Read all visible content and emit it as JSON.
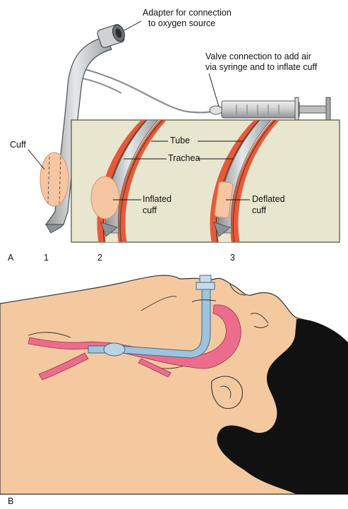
{
  "panel_a": {
    "letter": "A",
    "labels": {
      "adapter_line1": "Adapter for connection",
      "adapter_line2": "to oxygen source",
      "valve_line1": "Valve connection to add air",
      "valve_line2": "via syringe and to inflate cuff",
      "cuff": "Cuff",
      "tube": "Tube",
      "trachea": "Trachea",
      "inflated_line1": "Inflated",
      "inflated_line2": "cuff",
      "deflated_line1": "Deflated",
      "deflated_line2": "cuff"
    },
    "numbers": [
      "1",
      "2",
      "3"
    ]
  },
  "panel_b": {
    "letter": "B"
  },
  "colors": {
    "inset_bg": "#e9e6cf",
    "trachea": "#e8593a",
    "tube": "#c9cdd0",
    "cuff": "#f6c6a2",
    "skin": "#f5c9a0",
    "hair": "#111111",
    "airway": "#ec6d8b",
    "et_tube": "#9fc3dc"
  }
}
